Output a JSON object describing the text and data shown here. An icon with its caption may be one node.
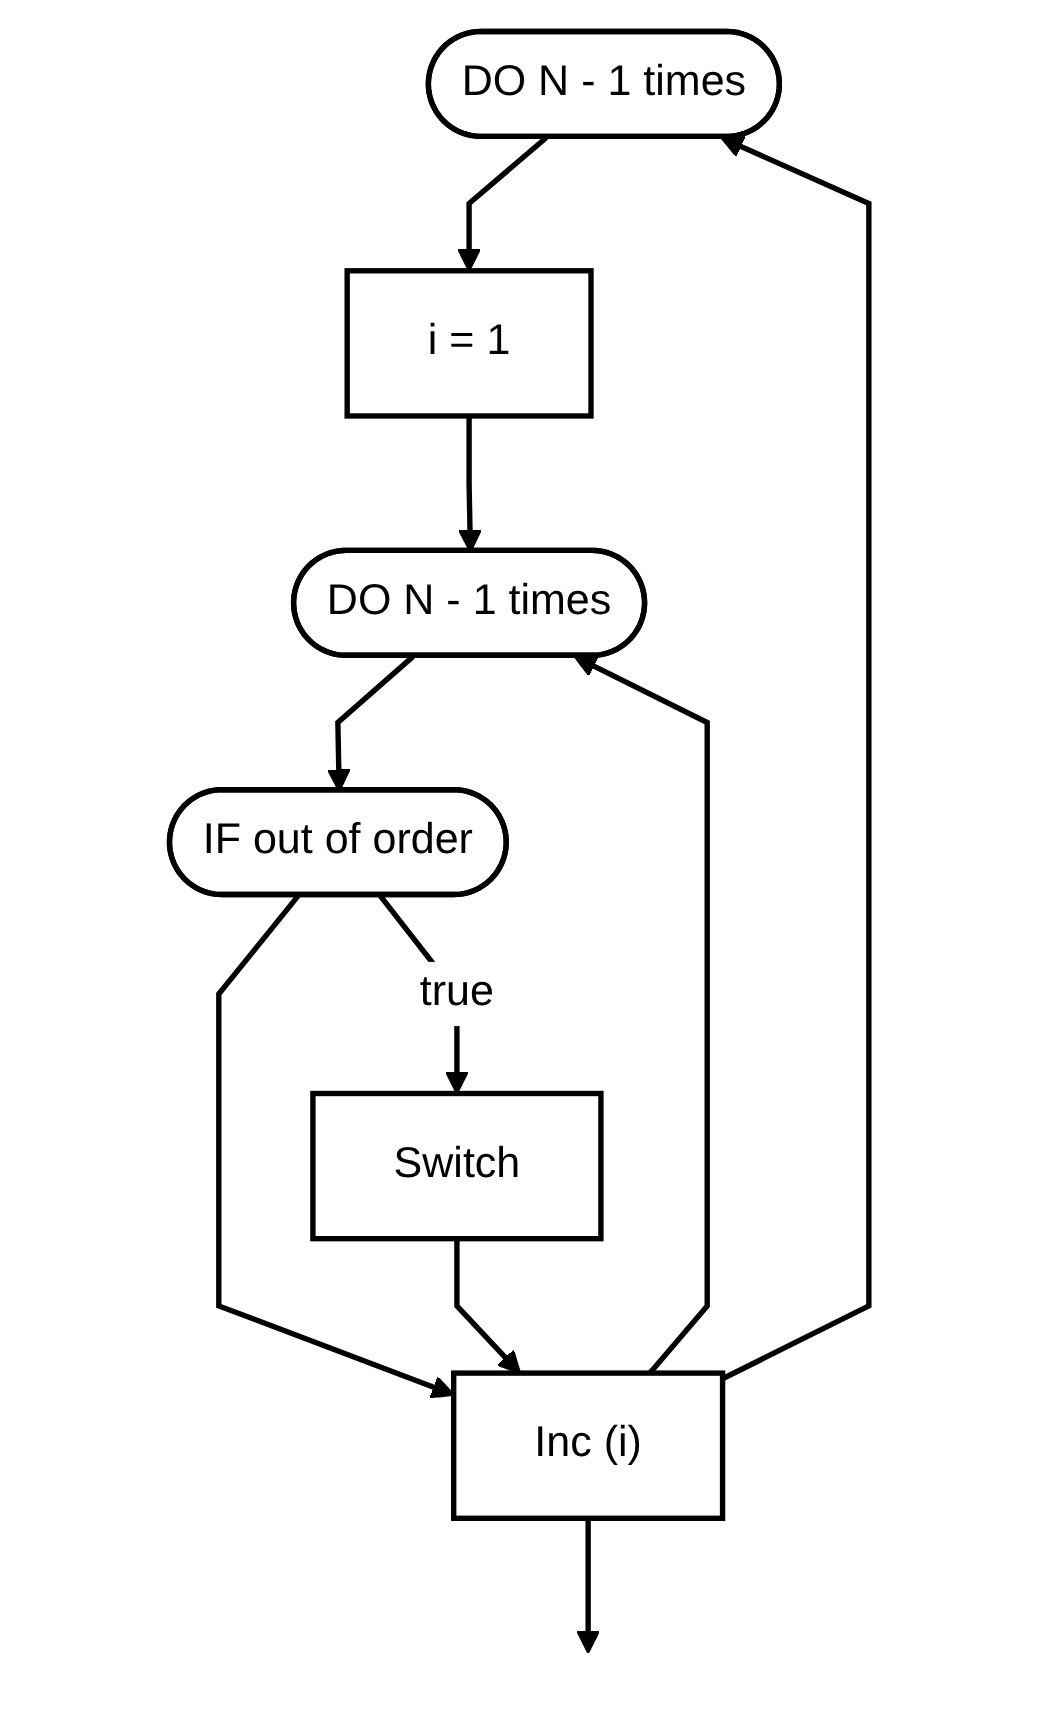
{
  "diagram": {
    "nodes": [
      {
        "text": [
          "DO N - 1 times"
        ]
      },
      {
        "text": [
          "i = 1"
        ]
      },
      {
        "text": [
          "DO N - 1 times"
        ]
      },
      {
        "text": [
          "IF out of order"
        ]
      },
      {
        "text": [
          "Switch"
        ]
      },
      {
        "text": [
          "Inc (i)"
        ]
      }
    ],
    "edges": [
      {
        "from": 0,
        "to": 1,
        "arrow": "to"
      },
      {
        "from": 1,
        "to": 2,
        "arrow": "to"
      },
      {
        "from": 2,
        "to": 3,
        "arrow": "to"
      },
      {
        "from": 3,
        "to": 4,
        "label": "true",
        "arrow": "to"
      },
      {
        "from": 3,
        "to": 5,
        "arrow": "to"
      },
      {
        "from": 4,
        "to": 5,
        "arrow": "to"
      },
      {
        "from": 5,
        "to": 2,
        "arrow": "to"
      },
      {
        "from": 5,
        "to": 0,
        "arrow": "to"
      },
      {
        "from": 5,
        "to": null,
        "arrow": "to"
      }
    ]
  }
}
